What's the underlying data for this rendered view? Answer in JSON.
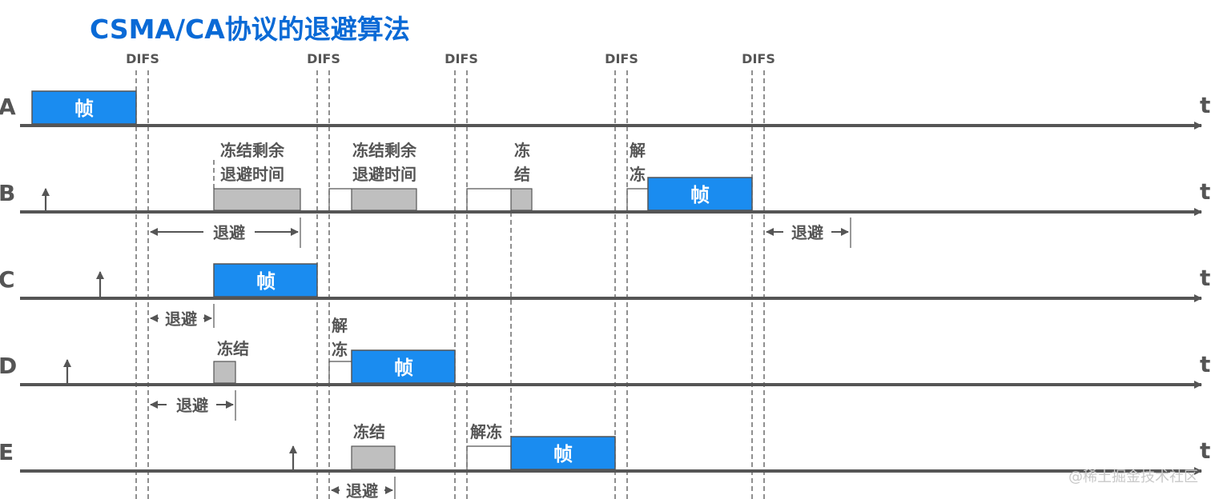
{
  "title": "CSMA/CA协议的退避算法",
  "watermark": "@稀土掘金技术社区",
  "time_label": "t",
  "difs_label": "DIFS",
  "colors": {
    "title": "#0a6ad6",
    "frame": "#1a8cf0",
    "residual": "#bfbfbf",
    "axis": "#555555"
  },
  "rows": [
    {
      "label": "A",
      "frame": "帧",
      "notes": []
    },
    {
      "label": "B",
      "frame": "帧",
      "notes": [
        "冻结剩余",
        "退避时间",
        "冻结剩余",
        "退避时间",
        "冻",
        "结",
        "解",
        "冻"
      ],
      "backoff": [
        "退避",
        "退避"
      ]
    },
    {
      "label": "C",
      "frame": "帧",
      "notes": [],
      "backoff": [
        "退避"
      ]
    },
    {
      "label": "D",
      "frame": "帧",
      "notes": [
        "冻结",
        "解",
        "冻"
      ],
      "backoff": [
        "退避"
      ]
    },
    {
      "label": "E",
      "frame": "帧",
      "notes": [
        "冻结",
        "解冻"
      ],
      "backoff": [
        "退避"
      ]
    }
  ]
}
